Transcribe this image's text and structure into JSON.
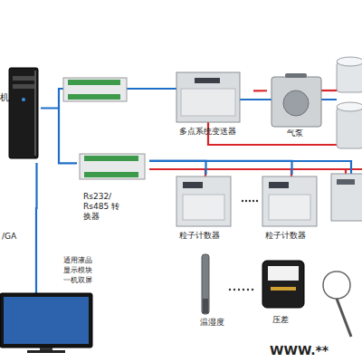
{
  "diagram": {
    "nodes": [
      {
        "text": [
          "机"
        ]
      },
      {
        "text": [
          "Rs232/ Rs485 转换器"
        ]
      },
      {
        "text": [
          "多点系统变送器"
        ]
      },
      {
        "text": [
          "气泵"
        ]
      },
      {
        "text": [
          "粒子计数器"
        ]
      },
      {
        "text": [
          "粒子计数器"
        ]
      },
      {
        "text": [
          "温湿度"
        ]
      },
      {
        "text": [
          "压差"
        ]
      },
      {
        "text": [
          "通用液晶 显示模块 一机双屏"
        ]
      }
    ],
    "edges": [
      {
        "from": 0,
        "to": 1,
        "arrow": "none"
      },
      {
        "from": 1,
        "to": 4,
        "arrow": "none"
      },
      {
        "from": 1,
        "to": 5,
        "arrow": "none"
      },
      {
        "from": 2,
        "to": 3,
        "arrow": "none"
      },
      {
        "from": 0,
        "to": 8,
        "arrow": "none"
      }
    ],
    "labels": [
      "/GA",
      "WWW.**"
    ]
  }
}
